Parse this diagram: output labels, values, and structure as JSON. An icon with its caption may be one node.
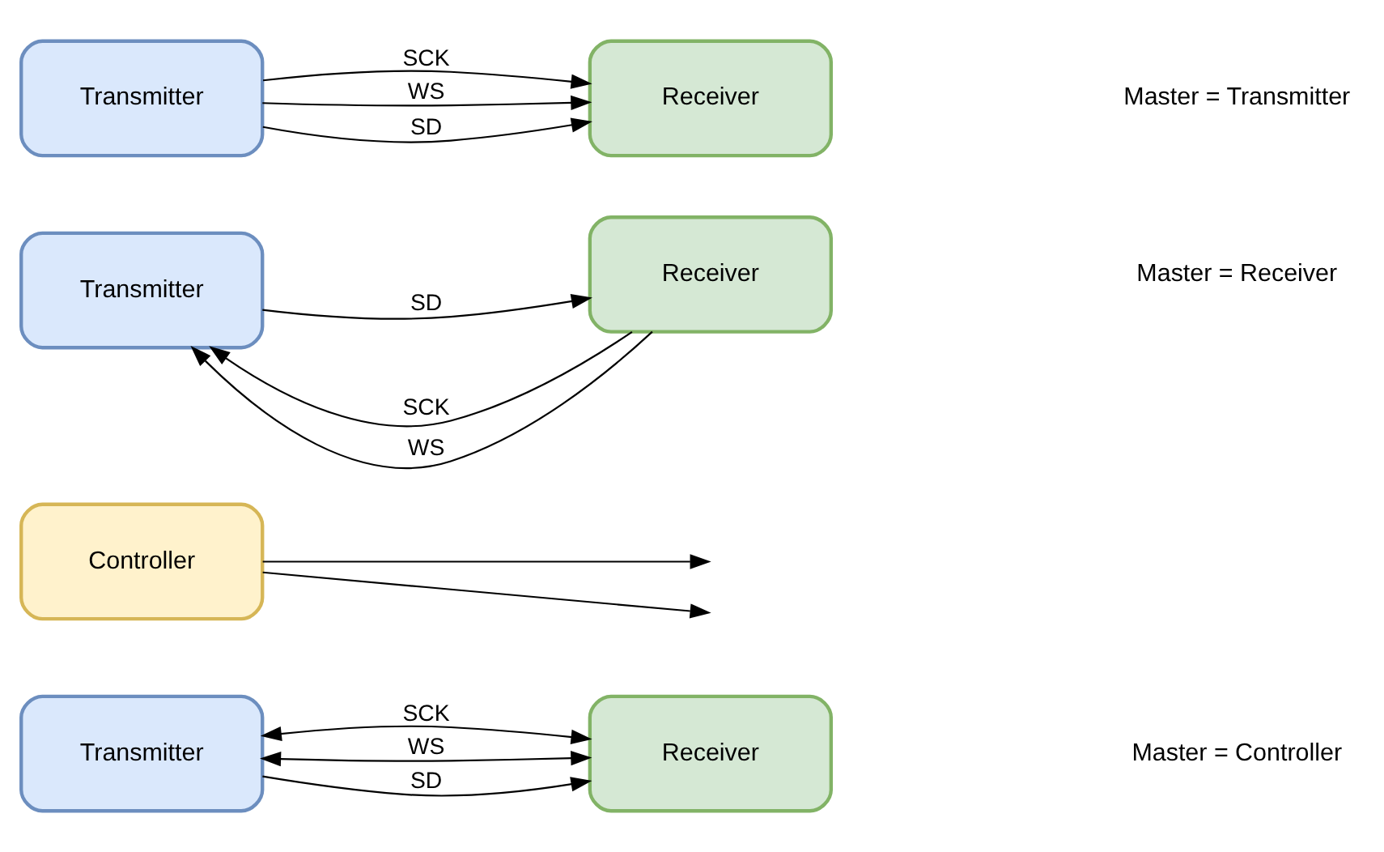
{
  "diagram": {
    "nodes": [
      {
        "text": [
          "Transmitter"
        ]
      },
      {
        "text": [
          "Receiver"
        ]
      },
      {
        "text": [
          "Transmitter"
        ]
      },
      {
        "text": [
          "Receiver"
        ]
      },
      {
        "text": [
          "Controller"
        ]
      },
      {
        "text": [
          "Transmitter"
        ]
      },
      {
        "text": [
          "Receiver"
        ]
      }
    ],
    "edges": [
      {
        "from": 0,
        "to": 1,
        "label": "SCK",
        "arrow": "to"
      },
      {
        "from": 0,
        "to": 1,
        "label": "WS",
        "arrow": "to"
      },
      {
        "from": 0,
        "to": 1,
        "label": "SD",
        "arrow": "to"
      },
      {
        "from": 3,
        "to": 2,
        "label": "SCK",
        "arrow": "to"
      },
      {
        "from": 3,
        "to": 2,
        "label": "WS",
        "arrow": "to"
      },
      {
        "from": 2,
        "to": 3,
        "label": "SD",
        "arrow": "to"
      },
      {
        "from": 4,
        "to": null,
        "arrow": "to"
      },
      {
        "from": 4,
        "to": null,
        "arrow": "to"
      },
      {
        "from": 5,
        "to": 6,
        "label": "SCK",
        "arrow": "both"
      },
      {
        "from": 5,
        "to": 6,
        "label": "WS",
        "arrow": "both"
      },
      {
        "from": 5,
        "to": 6,
        "label": "SD",
        "arrow": "to"
      }
    ],
    "labels": [
      "Master = Transmitter",
      "Master = Receiver",
      "Master = Controller"
    ]
  }
}
